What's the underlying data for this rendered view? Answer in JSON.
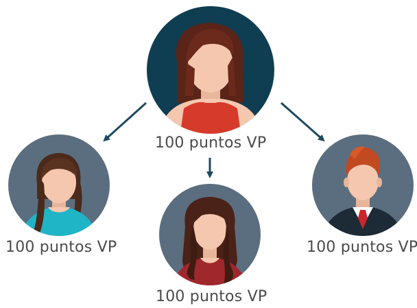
{
  "diagram": {
    "nodes": [
      {
        "id": "top",
        "label": "100 puntos VP",
        "avatar": "woman-long-brown-hair-red-top"
      },
      {
        "id": "left",
        "label": "100 puntos VP",
        "avatar": "woman-ponytail-teal-top"
      },
      {
        "id": "center",
        "label": "100 puntos VP",
        "avatar": "woman-wavy-hair-maroon-top"
      },
      {
        "id": "right",
        "label": "100 puntos VP",
        "avatar": "man-red-hair-suit-red-tie"
      }
    ],
    "edges": [
      {
        "from": "top",
        "to": "left"
      },
      {
        "from": "top",
        "to": "center"
      },
      {
        "from": "top",
        "to": "right"
      }
    ],
    "colors": {
      "top_circle": "#0f3e52",
      "child_circle": "#5b6e80",
      "arrow": "#1d4a5e",
      "skin": "#f5c7ae",
      "label_text": "#4a4a4a"
    }
  }
}
